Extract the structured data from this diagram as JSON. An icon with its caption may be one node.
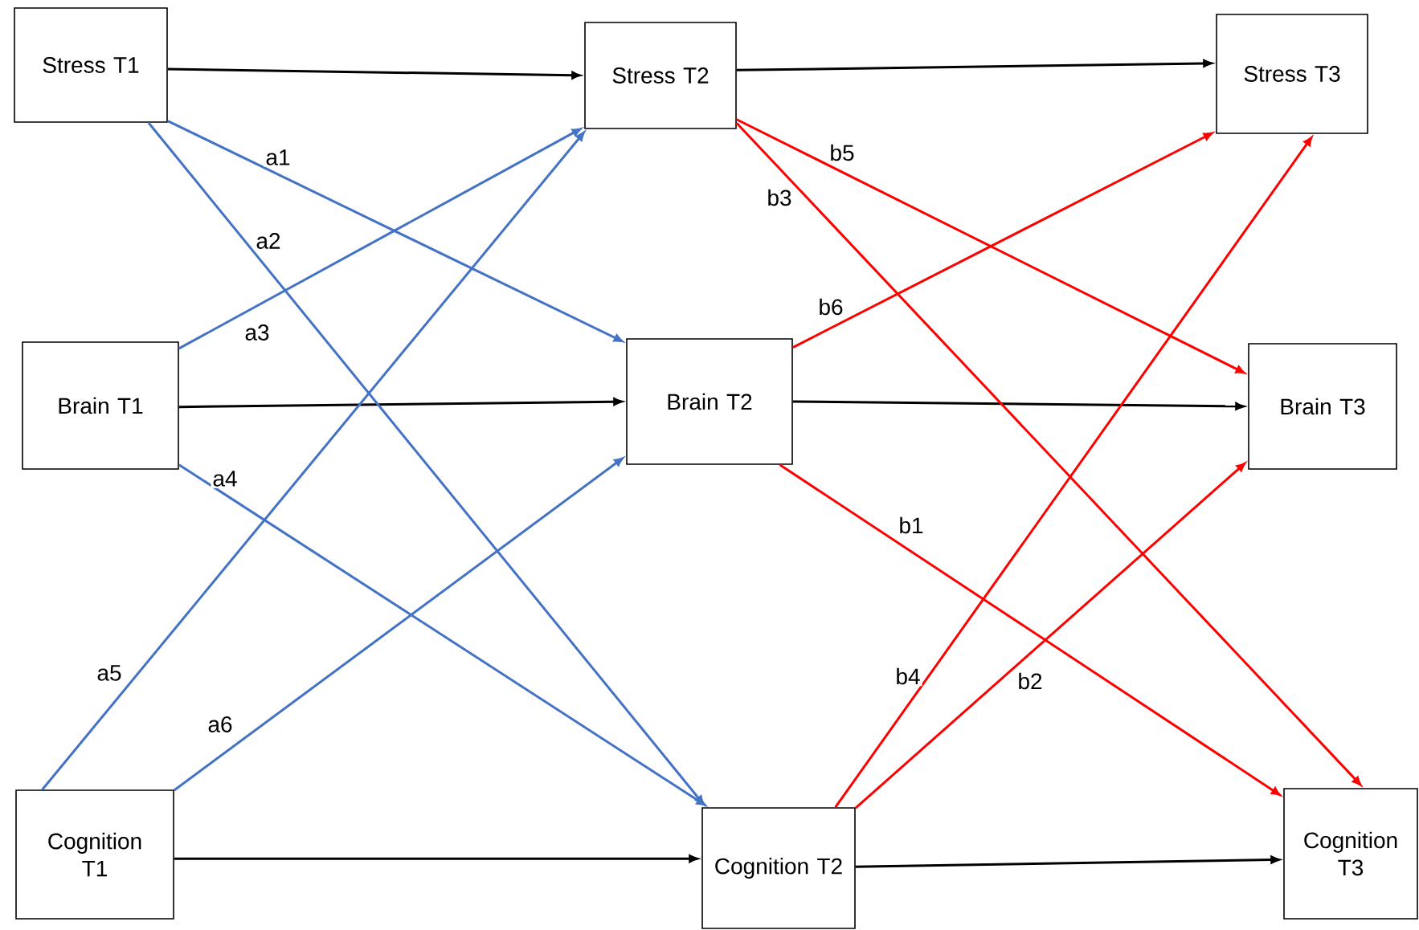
{
  "diagram": {
    "nodes": [
      {
        "text": [
          "Stress T1"
        ]
      },
      {
        "text": [
          "Stress T2"
        ]
      },
      {
        "text": [
          "Stress T3"
        ]
      },
      {
        "text": [
          "Brain  T1"
        ]
      },
      {
        "text": [
          "Brain T2"
        ]
      },
      {
        "text": [
          "Brain T3"
        ]
      },
      {
        "text": [
          "Cognition T1"
        ]
      },
      {
        "text": [
          "Cognition T2"
        ]
      },
      {
        "text": [
          "Cognition T3"
        ]
      }
    ],
    "edges": [
      {
        "from": 0,
        "to": 1,
        "arrow": "to"
      },
      {
        "from": 1,
        "to": 2,
        "arrow": "to"
      },
      {
        "from": 3,
        "to": 4,
        "arrow": "to"
      },
      {
        "from": 4,
        "to": 5,
        "arrow": "to"
      },
      {
        "from": 6,
        "to": 7,
        "arrow": "to"
      },
      {
        "from": 7,
        "to": 8,
        "arrow": "to"
      },
      {
        "from": 0,
        "to": 4,
        "arrow": "to",
        "label": "a1",
        "color": "#4472c4"
      },
      {
        "from": 0,
        "to": 7,
        "arrow": "to",
        "label": "a2",
        "color": "#4472c4"
      },
      {
        "from": 3,
        "to": 1,
        "arrow": "to",
        "label": "a3",
        "color": "#4472c4"
      },
      {
        "from": 3,
        "to": 7,
        "arrow": "to",
        "label": "a4",
        "color": "#4472c4"
      },
      {
        "from": 6,
        "to": 1,
        "arrow": "to",
        "label": "a5",
        "color": "#4472c4"
      },
      {
        "from": 6,
        "to": 4,
        "arrow": "to",
        "label": "a6",
        "color": "#4472c4"
      },
      {
        "from": 1,
        "to": 5,
        "arrow": "to",
        "label": "b5",
        "color": "#ff0000"
      },
      {
        "from": 1,
        "to": 8,
        "arrow": "to",
        "label": "b3",
        "color": "#ff0000"
      },
      {
        "from": 4,
        "to": 2,
        "arrow": "to",
        "label": "b6",
        "color": "#ff0000"
      },
      {
        "from": 4,
        "to": 8,
        "arrow": "to",
        "label": "b1",
        "color": "#ff0000"
      },
      {
        "from": 7,
        "to": 2,
        "arrow": "to",
        "label": "b4",
        "color": "#ff0000"
      },
      {
        "from": 7,
        "to": 5,
        "arrow": "to",
        "label": "b2",
        "color": "#ff0000"
      }
    ]
  }
}
